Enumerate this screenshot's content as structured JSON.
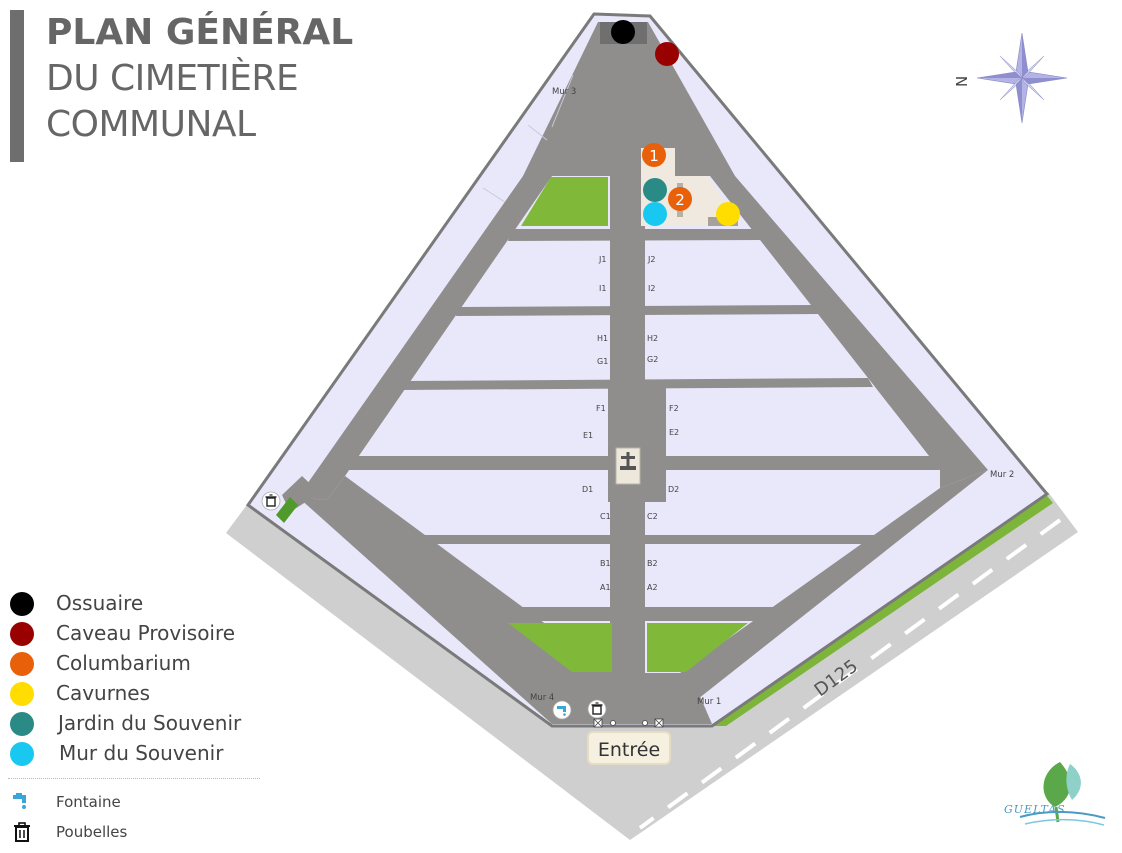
{
  "title": {
    "line1": "PLAN GÉNÉRAL",
    "line2": "DU CIMETIÈRE",
    "line3": "COMMUNAL"
  },
  "compass": {
    "label": "N"
  },
  "map": {
    "walls": {
      "mur1": "Mur 1",
      "mur2": "Mur 2",
      "mur3": "Mur 3",
      "mur4": "Mur 4"
    },
    "road_label": "D125",
    "entrance_label": "Entrée",
    "markers": {
      "columbarium_1": "1",
      "columbarium_2": "2"
    },
    "sections": {
      "J1": "J1",
      "J2": "J2",
      "I1": "I1",
      "I2": "I2",
      "H1": "H1",
      "H2": "H2",
      "G1": "G1",
      "G2": "G2",
      "F1": "F1",
      "F2": "F2",
      "E1": "E1",
      "E2": "E2",
      "D1": "D1",
      "D2": "D2",
      "C1": "C1",
      "C2": "C2",
      "B1": "B1",
      "B2": "B2",
      "A1": "A1",
      "A2": "A2"
    }
  },
  "legend": {
    "items": [
      {
        "label": "Ossuaire",
        "color": "#000000"
      },
      {
        "label": "Caveau Provisoire",
        "color": "#990000"
      },
      {
        "label": "Columbarium",
        "color": "#e8600a"
      },
      {
        "label": "Cavurnes",
        "color": "#ffdd00"
      },
      {
        "label": "Jardin du Souvenir",
        "color": "#2a8a85"
      },
      {
        "label": "Mur du Souvenir",
        "color": "#18c8f0"
      }
    ],
    "fontaine_label": "Fontaine",
    "poubelles_label": "Poubelles"
  },
  "logo": {
    "text": "GUELTAS"
  },
  "colors": {
    "plot": "#e8e8fa",
    "path": "#8f8e8c",
    "green": "#80b93a",
    "wall": "#7a7a7a",
    "road": "#cfcfcf",
    "annex": "#efe9df"
  }
}
